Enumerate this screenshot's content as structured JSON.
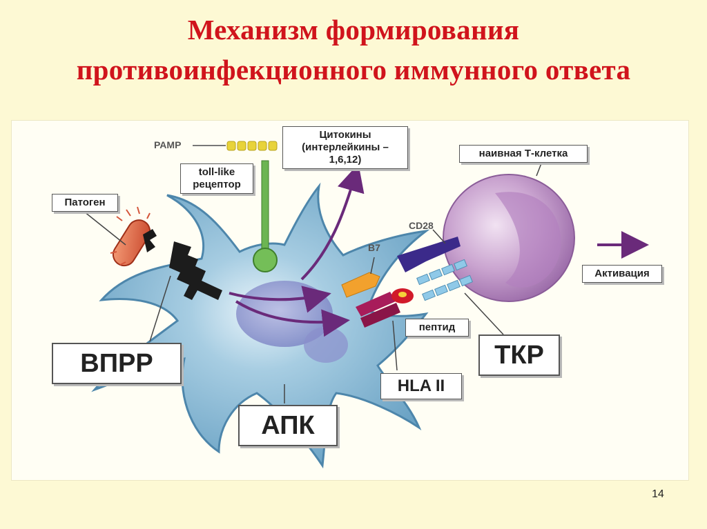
{
  "title": {
    "line1": "Механизм формирования",
    "line2": "противоинфекционного иммунного ответа"
  },
  "labels": {
    "pamp": "PAMP",
    "cytokines": [
      "Цитокины",
      "(интерлейкины –",
      "1,6,12)"
    ],
    "naive_t_cell": "наивная Т-клетка",
    "toll_like": [
      "toll-like",
      "рецептор"
    ],
    "pathogen": "Патоген",
    "cd28": "CD28",
    "b7": "B7",
    "activation": "Активация",
    "peptide": "пептид",
    "vprr": "ВПРР",
    "tkr": "ТКР",
    "hla": "HLA II",
    "apk": "АПК"
  },
  "colors": {
    "title": "#d0141c",
    "apc_cell": "#7fb3d0",
    "t_cell": "#c7a2cc",
    "arrow": "#6a2a7a",
    "b7": "#f2a12d",
    "cd28": "#3b2a8a",
    "hla": "#a81c5a",
    "tcr": "#8fc9e8",
    "pathogen": "#e0603a",
    "toll": "#5fae4a"
  },
  "page_number": "14"
}
